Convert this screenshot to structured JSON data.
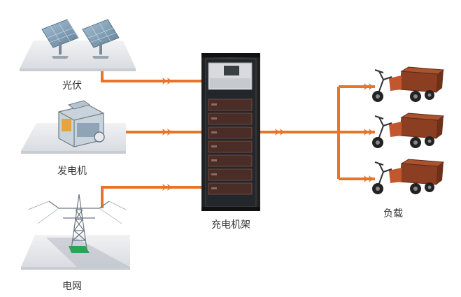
{
  "labels": {
    "solar": "光伏",
    "generator": "发电机",
    "grid": "电网",
    "rack": "充电机架",
    "load": "负载"
  },
  "icons": {
    "solar": "solar-panel-icon",
    "generator": "generator-icon",
    "grid": "power-tower-icon",
    "rack": "charging-rack-icon",
    "load": "electric-tricycle-icon"
  },
  "colors": {
    "connector": "#e8742a",
    "platform": "#e9ebee",
    "rack_body": "#2b2d31",
    "cargo": "#8c3e22",
    "panel": "#7f9fb8",
    "board": "#2aa456"
  }
}
